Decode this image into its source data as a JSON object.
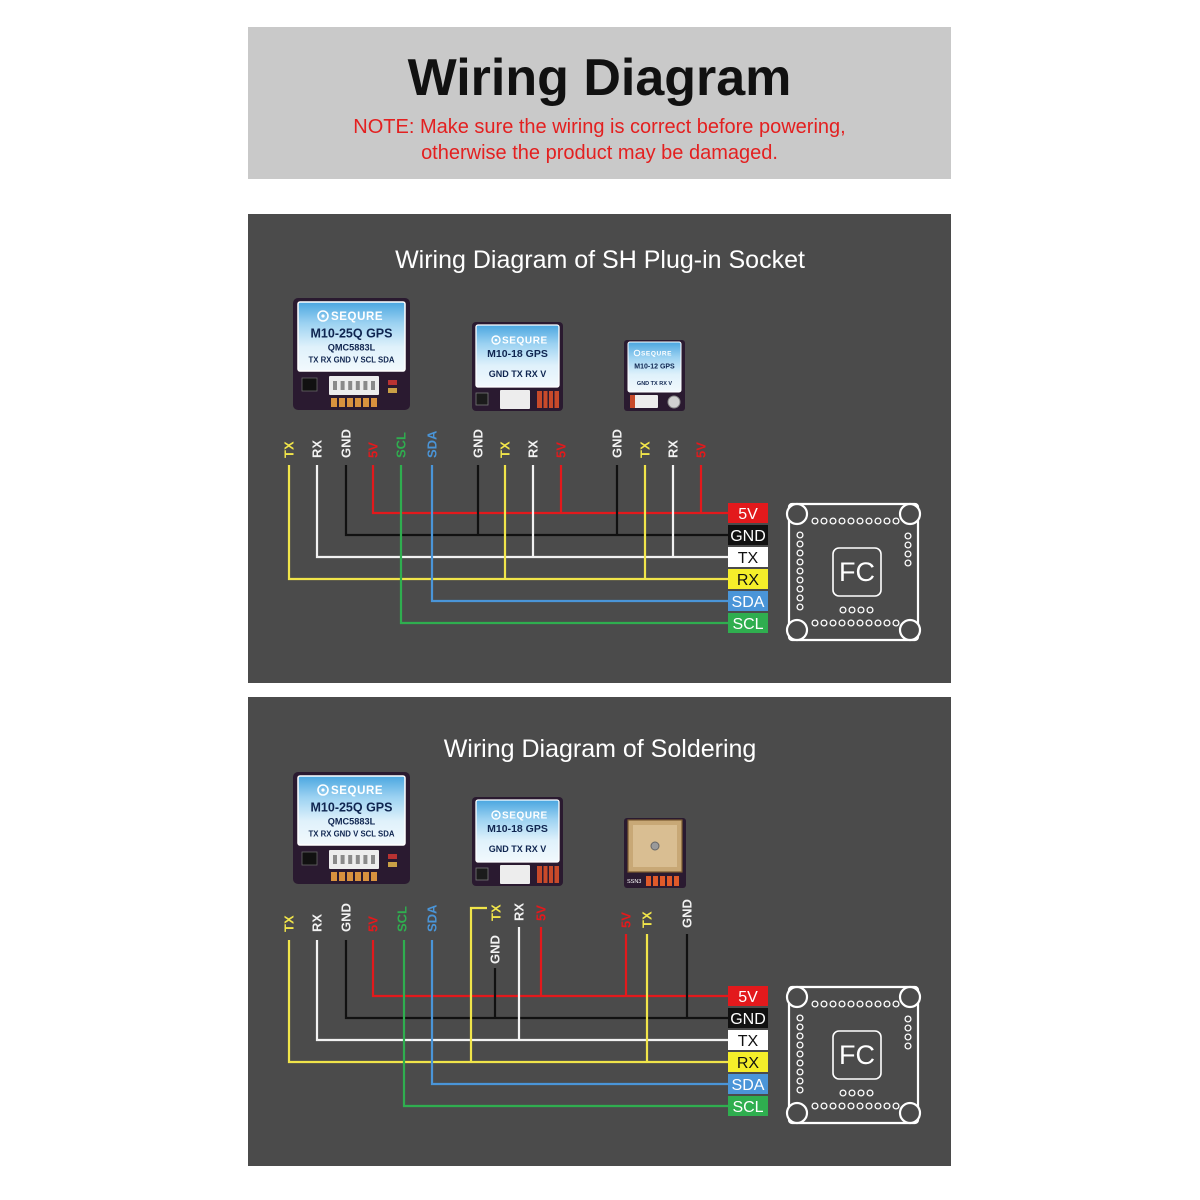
{
  "header": {
    "title": "Wiring Diagram",
    "note_line1": "NOTE: Make sure the wiring is correct before powering,",
    "note_line2": "otherwise the product may be damaged."
  },
  "socket_panel": {
    "title": "Wiring Diagram of SH Plug-in Socket",
    "modules": [
      {
        "brand": "SEQURE",
        "model": "M10-25Q GPS",
        "chip": "QMC5883L",
        "pinout": "TX RX GND V SCL SDA"
      },
      {
        "brand": "SEQURE",
        "model": "M10-18 GPS",
        "pinout": "GND TX RX V"
      },
      {
        "brand": "SEQURE",
        "model": "M10-12 GPS",
        "pinout": "GND TX RX V"
      }
    ],
    "pin_labels": [
      [
        "TX",
        "RX",
        "GND",
        "5V",
        "SCL",
        "SDA"
      ],
      [
        "GND",
        "TX",
        "RX",
        "5V"
      ],
      [
        "GND",
        "TX",
        "RX",
        "5V"
      ]
    ],
    "fc_pins": [
      "5V",
      "GND",
      "TX",
      "RX",
      "SDA",
      "SCL"
    ],
    "fc_label": "FC"
  },
  "solder_panel": {
    "title": "Wiring Diagram of Soldering",
    "modules": [
      {
        "brand": "SEQURE",
        "model": "M10-25Q GPS",
        "chip": "QMC5883L",
        "pinout": "TX RX GND V SCL SDA"
      },
      {
        "brand": "SEQURE",
        "model": "M10-18 GPS",
        "pinout": "GND TX RX V"
      },
      {
        "silkscreen": "SSN3"
      }
    ],
    "pin_labels": [
      [
        "TX",
        "RX",
        "GND",
        "5V",
        "SCL",
        "SDA"
      ],
      [
        "TX",
        "RX",
        "5V",
        "GND"
      ],
      [
        "5V",
        "TX",
        "GND"
      ]
    ],
    "fc_pins": [
      "5V",
      "GND",
      "TX",
      "RX",
      "SDA",
      "SCL"
    ],
    "fc_label": "FC"
  },
  "colors": {
    "wire_5v": "#e3191c",
    "wire_gnd": "#111111",
    "wire_tx": "#f2f2f2",
    "wire_rx": "#f1e54a",
    "wire_sda": "#4a95d8",
    "wire_scl": "#2fae4f",
    "note_text": "#e32020",
    "header_bg": "#c9c9c9",
    "panel_bg": "#4b4b4b"
  }
}
